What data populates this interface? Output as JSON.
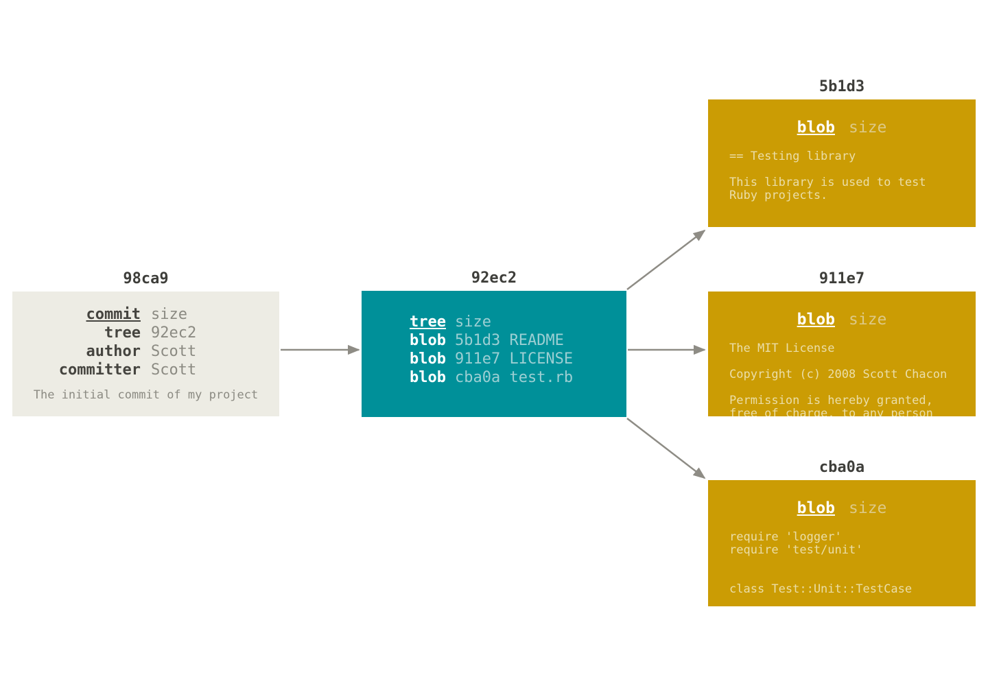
{
  "diagram": {
    "commit_node": {
      "id": "98ca9",
      "fields": [
        {
          "label": "commit",
          "value": "size"
        },
        {
          "label": "tree",
          "value": "92ec2"
        },
        {
          "label": "author",
          "value": "Scott"
        },
        {
          "label": "committer",
          "value": "Scott"
        }
      ],
      "message": "The initial commit of my project"
    },
    "tree_node": {
      "id": "92ec2",
      "entries": [
        {
          "type": "tree",
          "rest": "size"
        },
        {
          "type": "blob",
          "rest": "5b1d3 README"
        },
        {
          "type": "blob",
          "rest": "911e7 LICENSE"
        },
        {
          "type": "blob",
          "rest": "cba0a test.rb"
        }
      ]
    },
    "blob_nodes": [
      {
        "id": "5b1d3",
        "type_label": "blob",
        "size_label": "size",
        "content": "== Testing library\n\nThis library is used to test\nRuby projects."
      },
      {
        "id": "911e7",
        "type_label": "blob",
        "size_label": "size",
        "content": "The MIT License\n\nCopyright (c) 2008 Scott Chacon\n\nPermission is hereby granted,\nfree of charge, to any person"
      },
      {
        "id": "cba0a",
        "type_label": "blob",
        "size_label": "size",
        "content": "require 'logger'\nrequire 'test/unit'\n\n\nclass Test::Unit::TestCase"
      }
    ]
  },
  "colors": {
    "commit-bg": "#EDECE4",
    "tree-bg": "#009099",
    "blob-bg": "#CB9C04",
    "label-dark": "#45443F",
    "muted-gray": "#8B8A82",
    "tree-muted": "#9CCFD3",
    "blob-muted": "#DDC987",
    "blob-body": "#EBDEA9",
    "arrow": "#8E8C85",
    "title": "#3E3E3A",
    "white": "#FFFFFF"
  }
}
